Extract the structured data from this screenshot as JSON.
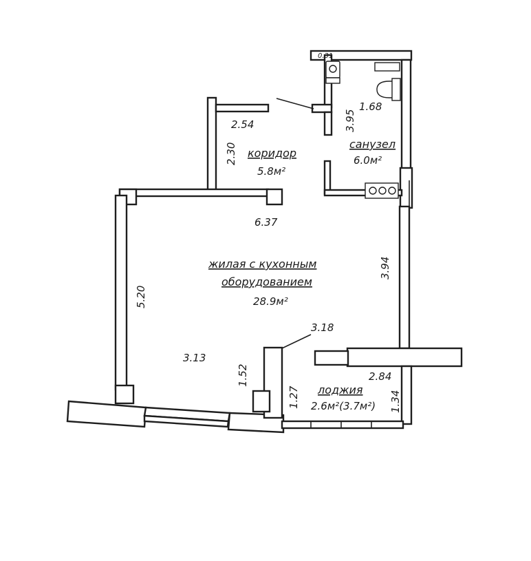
{
  "rooms": {
    "corridor": {
      "name": "коридор",
      "area": "5.8м²"
    },
    "bathroom": {
      "name": "санузел",
      "area": "6.0м²"
    },
    "living": {
      "name_line1": "жилая с кухонным",
      "name_line2": "оборудованием",
      "area": "28.9м²"
    },
    "loggia": {
      "name": "лоджия",
      "area": "2.6м²(3.7м²)"
    }
  },
  "dimensions": {
    "top_strip": "0.31",
    "corridor_width": "2.54",
    "corridor_depth": "2.30",
    "bath_width": "1.68",
    "bath_depth": "3.95",
    "living_width": "6.37",
    "living_side_right": "3.94",
    "living_side_left": "5.20",
    "living_bottom": "3.13",
    "nook_depth": "1.52",
    "loggia_diag": "3.18",
    "loggia_width": "2.84",
    "loggia_left": "1.27",
    "loggia_right": "1.34"
  }
}
